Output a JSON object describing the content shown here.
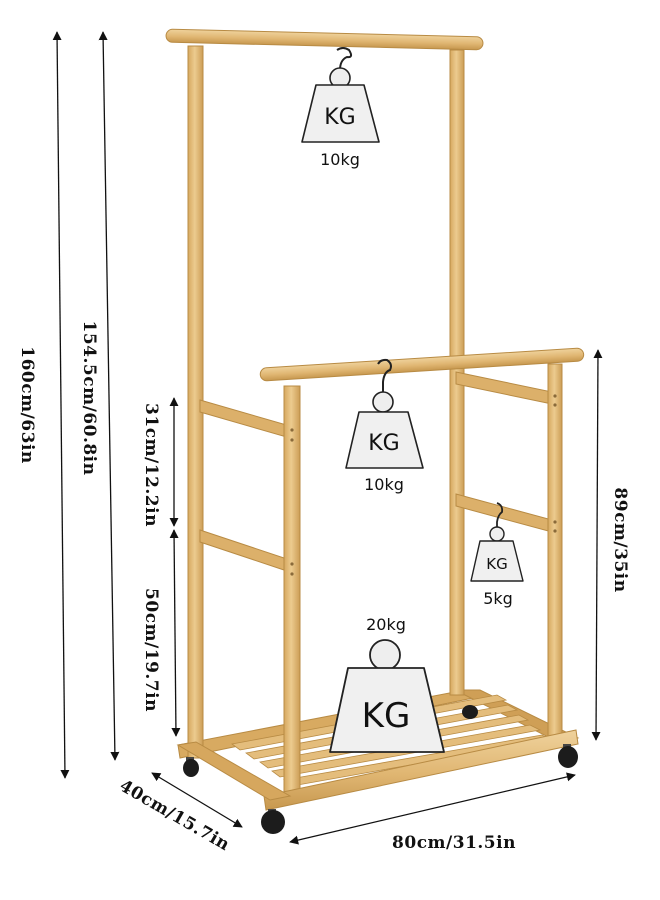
{
  "image_alt": "Bamboo double-rail garment rack on wheels with dimension lines and load capacity weight icons",
  "colors": {
    "bamboo": "#e1b977",
    "bamboo_dark": "#c99c55",
    "bamboo_light": "#edcf98",
    "weight_fill": "#f0f0f0",
    "line": "#111111"
  },
  "dimensions": {
    "total_height": "160cm/63in",
    "upper_height": "154.5cm/60.8in",
    "lower_rail_height": "89cm/35in",
    "upper_bar_spacing": "31cm/12.2in",
    "lower_bar_spacing": "50cm/19.7in",
    "depth": "40cm/15.7in",
    "width": "80cm/31.5in"
  },
  "weights": {
    "top_rail": {
      "symbol": "KG",
      "load": "10kg"
    },
    "lower_rail": {
      "symbol": "KG",
      "load": "10kg"
    },
    "side_bar": {
      "symbol": "KG",
      "load": "5kg"
    },
    "shelf": {
      "symbol": "KG",
      "load": "20kg"
    }
  }
}
